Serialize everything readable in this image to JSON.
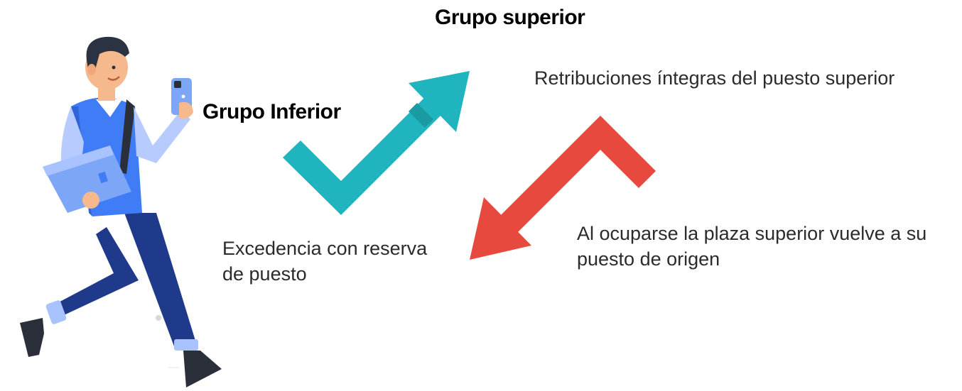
{
  "labels": {
    "upper_group": "Grupo superior",
    "lower_group": "Grupo Inferior",
    "upper_salary": "Retribuciones íntegras del puesto superior",
    "leave_line1": "Excedencia con reserva",
    "leave_line2": "de puesto",
    "return_line1": "Al ocuparse la plaza superior vuelve a su",
    "return_line2": "puesto de origen"
  },
  "colors": {
    "up_arrow": "#20b4bf",
    "down_arrow": "#e8493f",
    "person_shirt": "#3f7cf6",
    "person_pants": "#1f3a8a"
  },
  "icons": {
    "person": "running-man-with-phone-icon",
    "up_arrow": "check-arrow-up-icon",
    "down_arrow": "return-arrow-down-icon"
  }
}
